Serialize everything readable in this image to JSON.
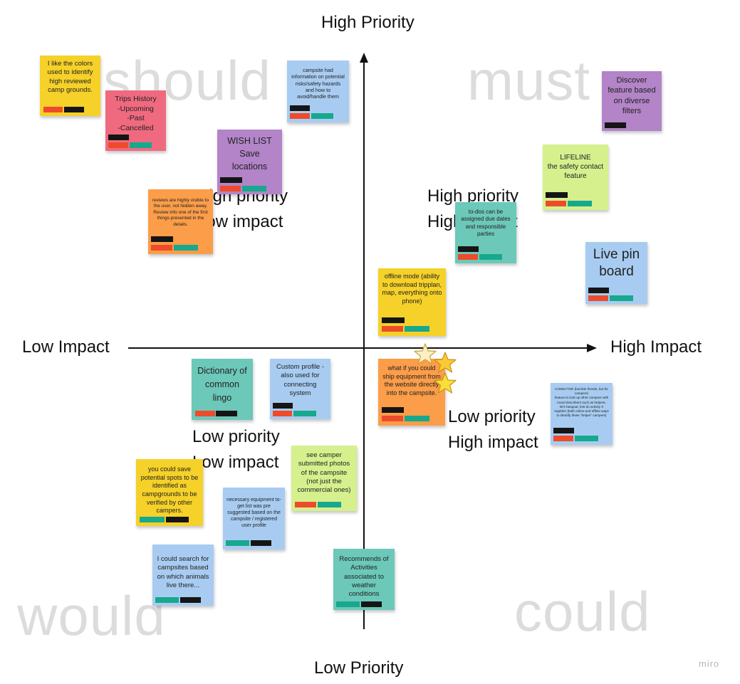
{
  "axes": {
    "top": "High Priority",
    "bottom": "Low Priority",
    "left": "Low Impact",
    "right": "High Impact"
  },
  "background_words": {
    "top_left": "should",
    "top_right": "must",
    "bottom_left": "would",
    "bottom_right": "could"
  },
  "quadrant_labels": {
    "top_left": [
      "High priority",
      "Low impact"
    ],
    "top_right": [
      "High priority",
      "High impact"
    ],
    "bottom_left": [
      "Low priority",
      "Low impact"
    ],
    "bottom_right": [
      "Low priority",
      "High impact"
    ]
  },
  "colors": {
    "yellow": "#f5d129",
    "pink": "#f06a7f",
    "blue": "#a8ccf1",
    "purple": "#b384c8",
    "orange": "#fb9d49",
    "teal": "#6cc8b9",
    "lime": "#d5f08d",
    "tag_red": "#ee4b2b",
    "tag_black": "#151515",
    "tag_green": "#17a88e",
    "star_fill": "#f8cb35",
    "star_pale": "#fbefc4"
  },
  "notes": [
    {
      "id": "colors",
      "text": "I like the colors used to identify high reviewed camp grounds."
    },
    {
      "id": "trips",
      "text": "Trips History\n-Upcoming\n-Past\n-Cancelled"
    },
    {
      "id": "risks",
      "text": "campsite had information on potential risks/safety hazards and how to avoid/handle them"
    },
    {
      "id": "wishlist",
      "text": "WISH LIST\nSave locations"
    },
    {
      "id": "reviews",
      "text": "reviews are highly visible to the user, not hidden away. Review info one of the first things presented in the details."
    },
    {
      "id": "discover",
      "text": "Discover feature based on diverse filters"
    },
    {
      "id": "lifeline",
      "text": "LIFELINE\nthe safety contact feature"
    },
    {
      "id": "todos",
      "text": "to-dos can be assigned due dates and responsible parties"
    },
    {
      "id": "livepin",
      "text": "Live pin board"
    },
    {
      "id": "offline",
      "text": "offline mode (ability to download tripplan, map, everything onto phone)"
    },
    {
      "id": "dictionary",
      "text": "Dictionary of common lingo"
    },
    {
      "id": "profile",
      "text": "Custom profile - also used for connecting system"
    },
    {
      "id": "ship",
      "text": "what if you could ship equipment from the website directly into the campsite."
    },
    {
      "id": "conector",
      "text": "CONECTOR (bumble friends, but for campers)\nfeature to look up other campers with mood describers such as helpers, let's hangout, lets do activity X together (both online and offline ways to identify these \"helper\" campers)"
    },
    {
      "id": "photos",
      "text": "see camper submitted photos of the campsite (not just the commercial ones)"
    },
    {
      "id": "savespots",
      "text": "you could save potential spots to be identified as campgrounds to be verified by other campers."
    },
    {
      "id": "equipment",
      "text": "necessary equipment to-get list was pre suggested based on the campsite / registered user profile"
    },
    {
      "id": "animals",
      "text": "I could search for campsites based on which animals live there..."
    },
    {
      "id": "activities",
      "text": "Recommends of Activities associated to weather conditions"
    }
  ],
  "watermark": "miro"
}
